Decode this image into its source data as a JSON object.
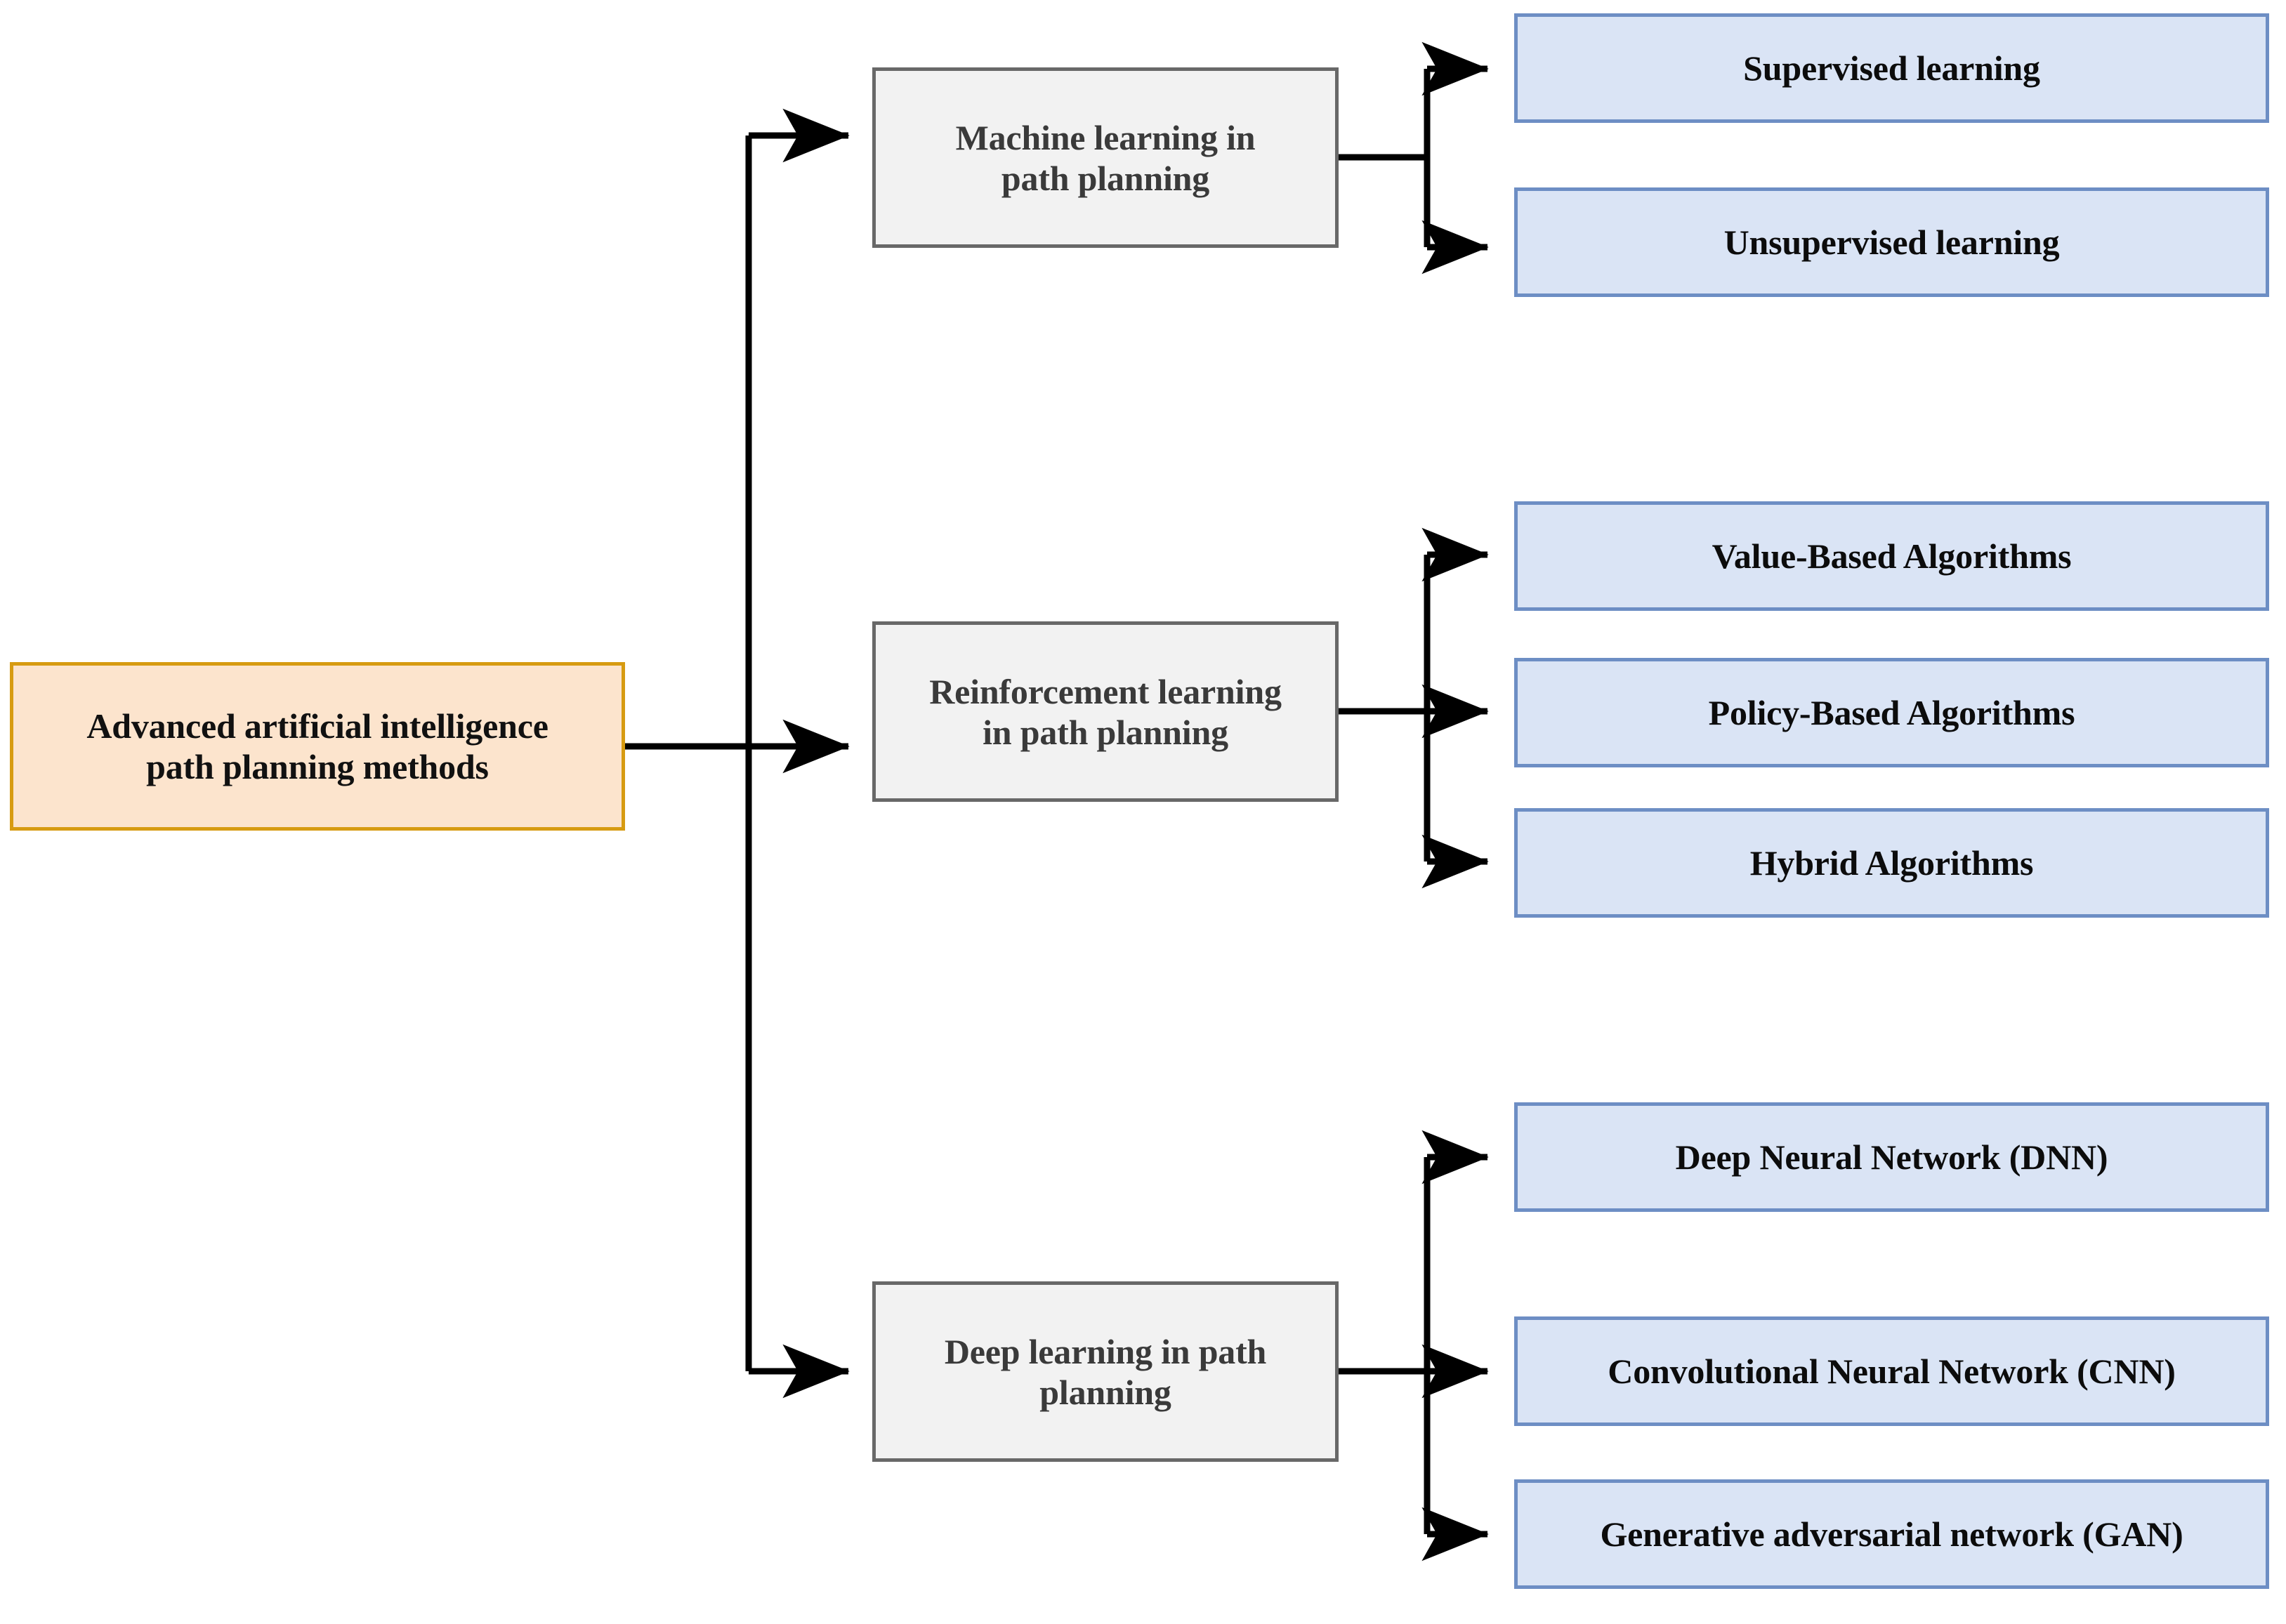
{
  "diagram": {
    "type": "hierarchy-tree",
    "orientation": "left-to-right",
    "title_text": "",
    "colors": {
      "root_fill": "#fce4cd",
      "root_border": "#d79b11",
      "branch_fill": "#f2f2f2",
      "branch_border": "#686868",
      "leaf_fill": "#dae4f5",
      "leaf_border": "#6d8ec4",
      "connector": "#000000",
      "background": "#ffffff"
    },
    "root": {
      "label": "Advanced artificial intelligence\npath planning methods"
    },
    "branches": [
      {
        "id": "machine-learning",
        "label": "Machine learning in\npath planning",
        "children": [
          {
            "id": "supervised-learning",
            "label": "Supervised learning"
          },
          {
            "id": "unsupervised-learning",
            "label": "Unsupervised learning"
          }
        ]
      },
      {
        "id": "reinforcement-learning",
        "label": "Reinforcement learning\nin path planning",
        "children": [
          {
            "id": "value-based-algorithms",
            "label": "Value-Based Algorithms"
          },
          {
            "id": "policy-based-algorithms",
            "label": "Policy-Based Algorithms"
          },
          {
            "id": "hybrid-algorithms",
            "label": "Hybrid Algorithms"
          }
        ]
      },
      {
        "id": "deep-learning",
        "label": "Deep learning in path\nplanning",
        "children": [
          {
            "id": "deep-neural-network",
            "label": "Deep Neural Network (DNN)"
          },
          {
            "id": "convolutional-neural-network",
            "label": "Convolutional Neural Network (CNN)"
          },
          {
            "id": "generative-adversarial-network",
            "label": "Generative adversarial network (GAN)"
          }
        ]
      }
    ]
  }
}
